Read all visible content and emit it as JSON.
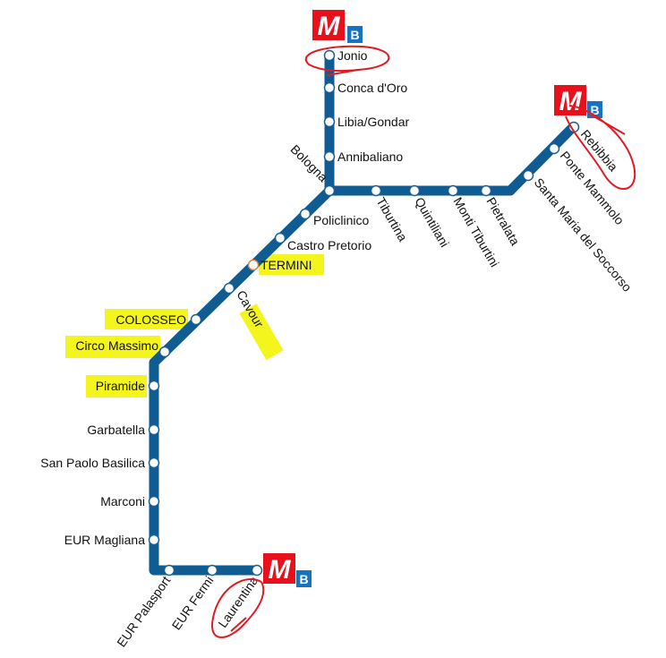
{
  "line": {
    "name": "B",
    "logo_letter": "M",
    "color": "#0e5c91",
    "logo_red": "#e8111b",
    "logo_blue": "#1673c1",
    "highlight": "#f5f51e",
    "annotation": "#e01b24"
  },
  "stations": {
    "jonio": "Jonio",
    "conca": "Conca d'Oro",
    "libia": "Libia/Gondar",
    "annibaliano": "Annibaliano",
    "bologna": "Bologna",
    "tiburtina": "Tiburtina",
    "quintiliani": "Quintiliani",
    "monti": "Monti Tiburtini",
    "pietralata": "Pietralata",
    "santamaria": "Santa Maria del Soccorso",
    "ponte": "Ponte Mammolo",
    "rebibbia": "Rebibbia",
    "policlinico": "Policlinico",
    "castro": "Castro Pretorio",
    "termini": "TERMINI",
    "cavour": "Cavour",
    "colosseo": "COLOSSEO",
    "circo": "Circo Massimo",
    "piramide": "Piramide",
    "garbatella": "Garbatella",
    "sanpaolo": "San Paolo Basilica",
    "marconi": "Marconi",
    "magliana": "EUR Magliana",
    "palasport": "EUR Palasport",
    "fermi": "EUR Fermi",
    "laurentina": "Laurentina"
  }
}
